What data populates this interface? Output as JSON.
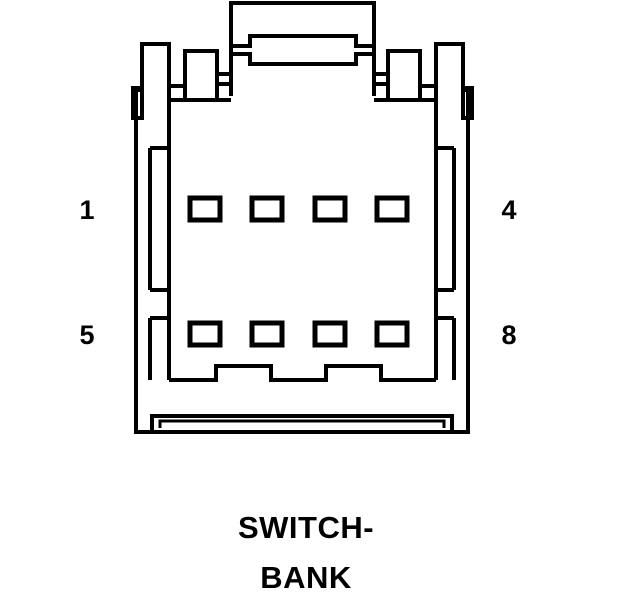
{
  "diagram": {
    "kind": "electrical-connector-pinout",
    "caption_lines": [
      "SWITCH-",
      "BANK"
    ],
    "stroke_color": "#000000",
    "background_color": "#ffffff",
    "pin_count": 8,
    "pin_rows": [
      {
        "row": "top",
        "left_label": "1",
        "right_label": "4",
        "cavity_count": 4
      },
      {
        "row": "bottom",
        "left_label": "5",
        "right_label": "8",
        "cavity_count": 4
      }
    ],
    "pin_labels": {
      "top_left": "1",
      "top_right": "4",
      "bottom_left": "5",
      "bottom_right": "8"
    },
    "features": [
      "top-latch-tab",
      "left-shoulder-ear",
      "right-shoulder-ear",
      "left-side-rail-slot",
      "right-side-rail-slot",
      "bottom-keying-notches",
      "bottom-seal-bar"
    ]
  }
}
